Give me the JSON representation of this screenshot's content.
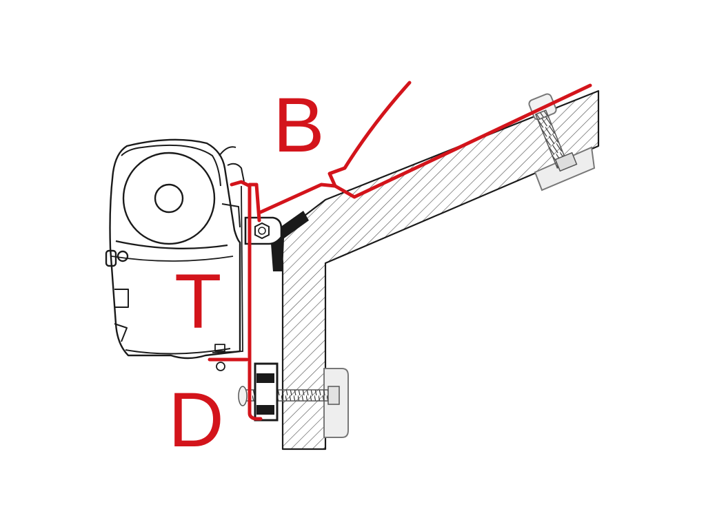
{
  "labels": {
    "b": "B",
    "t": "T",
    "d": "D"
  },
  "colors": {
    "accent_red": "#d3141b",
    "line_black": "#1a1a1a",
    "hatch_gray": "#555555",
    "bracket_fill": "#eeeeee",
    "background": "#ffffff"
  }
}
